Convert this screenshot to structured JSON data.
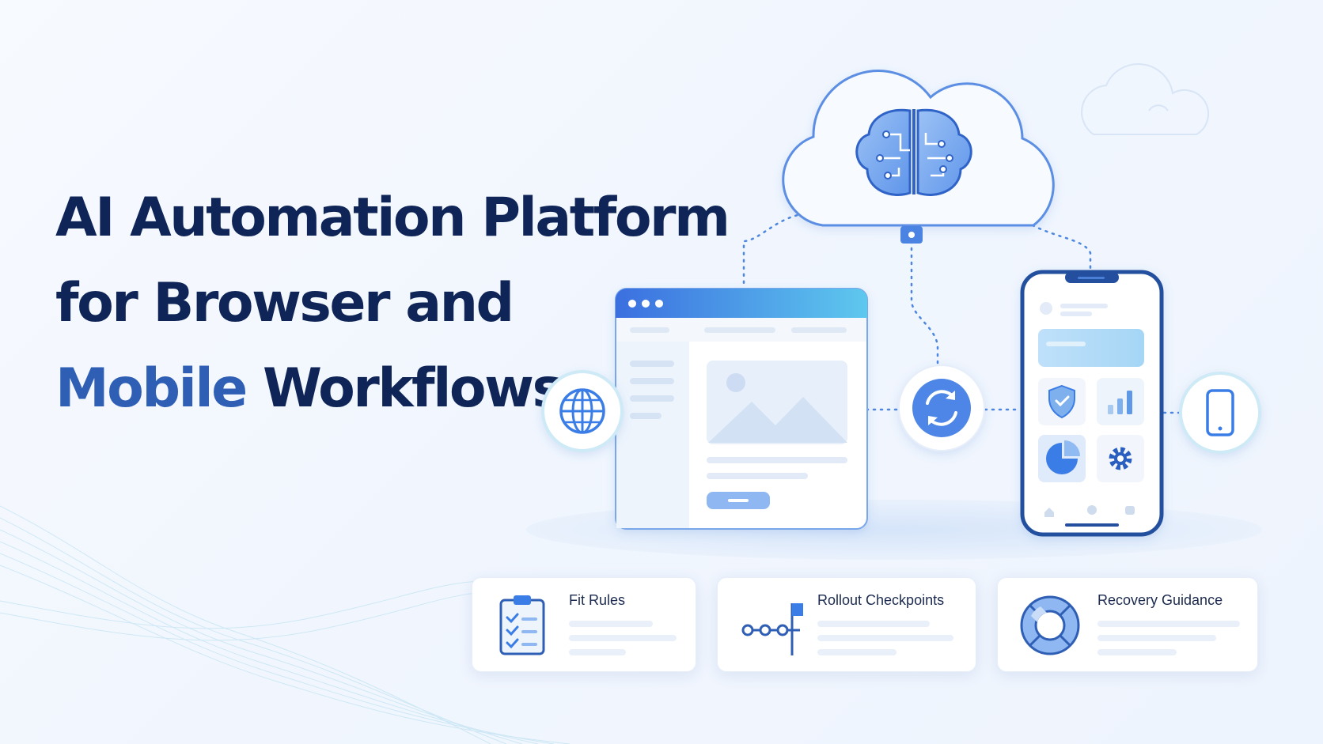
{
  "headline": {
    "line1": "AI Automation Platform",
    "line2": "for Browser and",
    "line3_accent": "Mobile",
    "line3_rest": "Workflows"
  },
  "cards": [
    {
      "title": "Fit Rules",
      "icon": "clipboard-checklist-icon"
    },
    {
      "title": "Rollout Checkpoints",
      "icon": "milestone-flag-icon"
    },
    {
      "title": "Recovery Guidance",
      "icon": "lifebuoy-icon"
    }
  ],
  "illustration": {
    "cloud_icon": "brain-circuit-icon",
    "connector_icons": [
      "globe-icon",
      "sync-icon",
      "smartphone-icon"
    ],
    "browser_window": "browser-window-illustration",
    "phone": "phone-illustration"
  },
  "colors": {
    "navy": "#0f2557",
    "accent_blue": "#2f5fb5",
    "bright_blue": "#3b7de6",
    "light_blue": "#cfe0fa"
  }
}
